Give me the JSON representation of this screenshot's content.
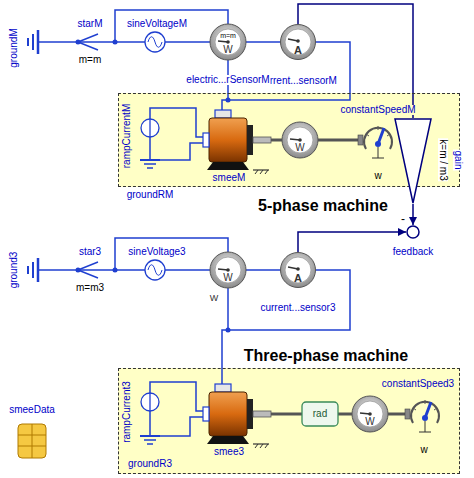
{
  "diagram": {
    "nodes": [
      {
        "text": [
          "A",
          "current...sensorM"
        ]
      },
      {
        "text": [
          "5-phase machine"
        ]
      },
      {
        "text": [
          "k=m / m3",
          "gain"
        ]
      },
      {
        "text": [
          "feedback"
        ]
      },
      {
        "text": [
          "A",
          "current...sensor3"
        ]
      },
      {
        "text": [
          "Three-phase machine"
        ]
      }
    ],
    "edges": [
      {
        "from": 0,
        "to": 2,
        "arrow": "none"
      },
      {
        "from": 2,
        "to": 3,
        "arrow": "to"
      },
      {
        "from": 4,
        "to": 3,
        "arrow": "to"
      }
    ],
    "labels": [
      "groundM",
      "starM",
      "m=m",
      "sineVoltageM",
      "m=m",
      "W",
      "electric...rSensorM",
      "rampCurrentM",
      "smeeM",
      "W",
      "constantSpeedM",
      "w",
      "groundRM",
      "-",
      "ground3",
      "star3",
      "m=m3",
      "sineVoltage3",
      "W",
      "W",
      "rampCurrent3",
      "smee3",
      "rad",
      "W",
      "constantSpeed3",
      "w",
      "groundR3",
      "smeeData"
    ]
  }
}
